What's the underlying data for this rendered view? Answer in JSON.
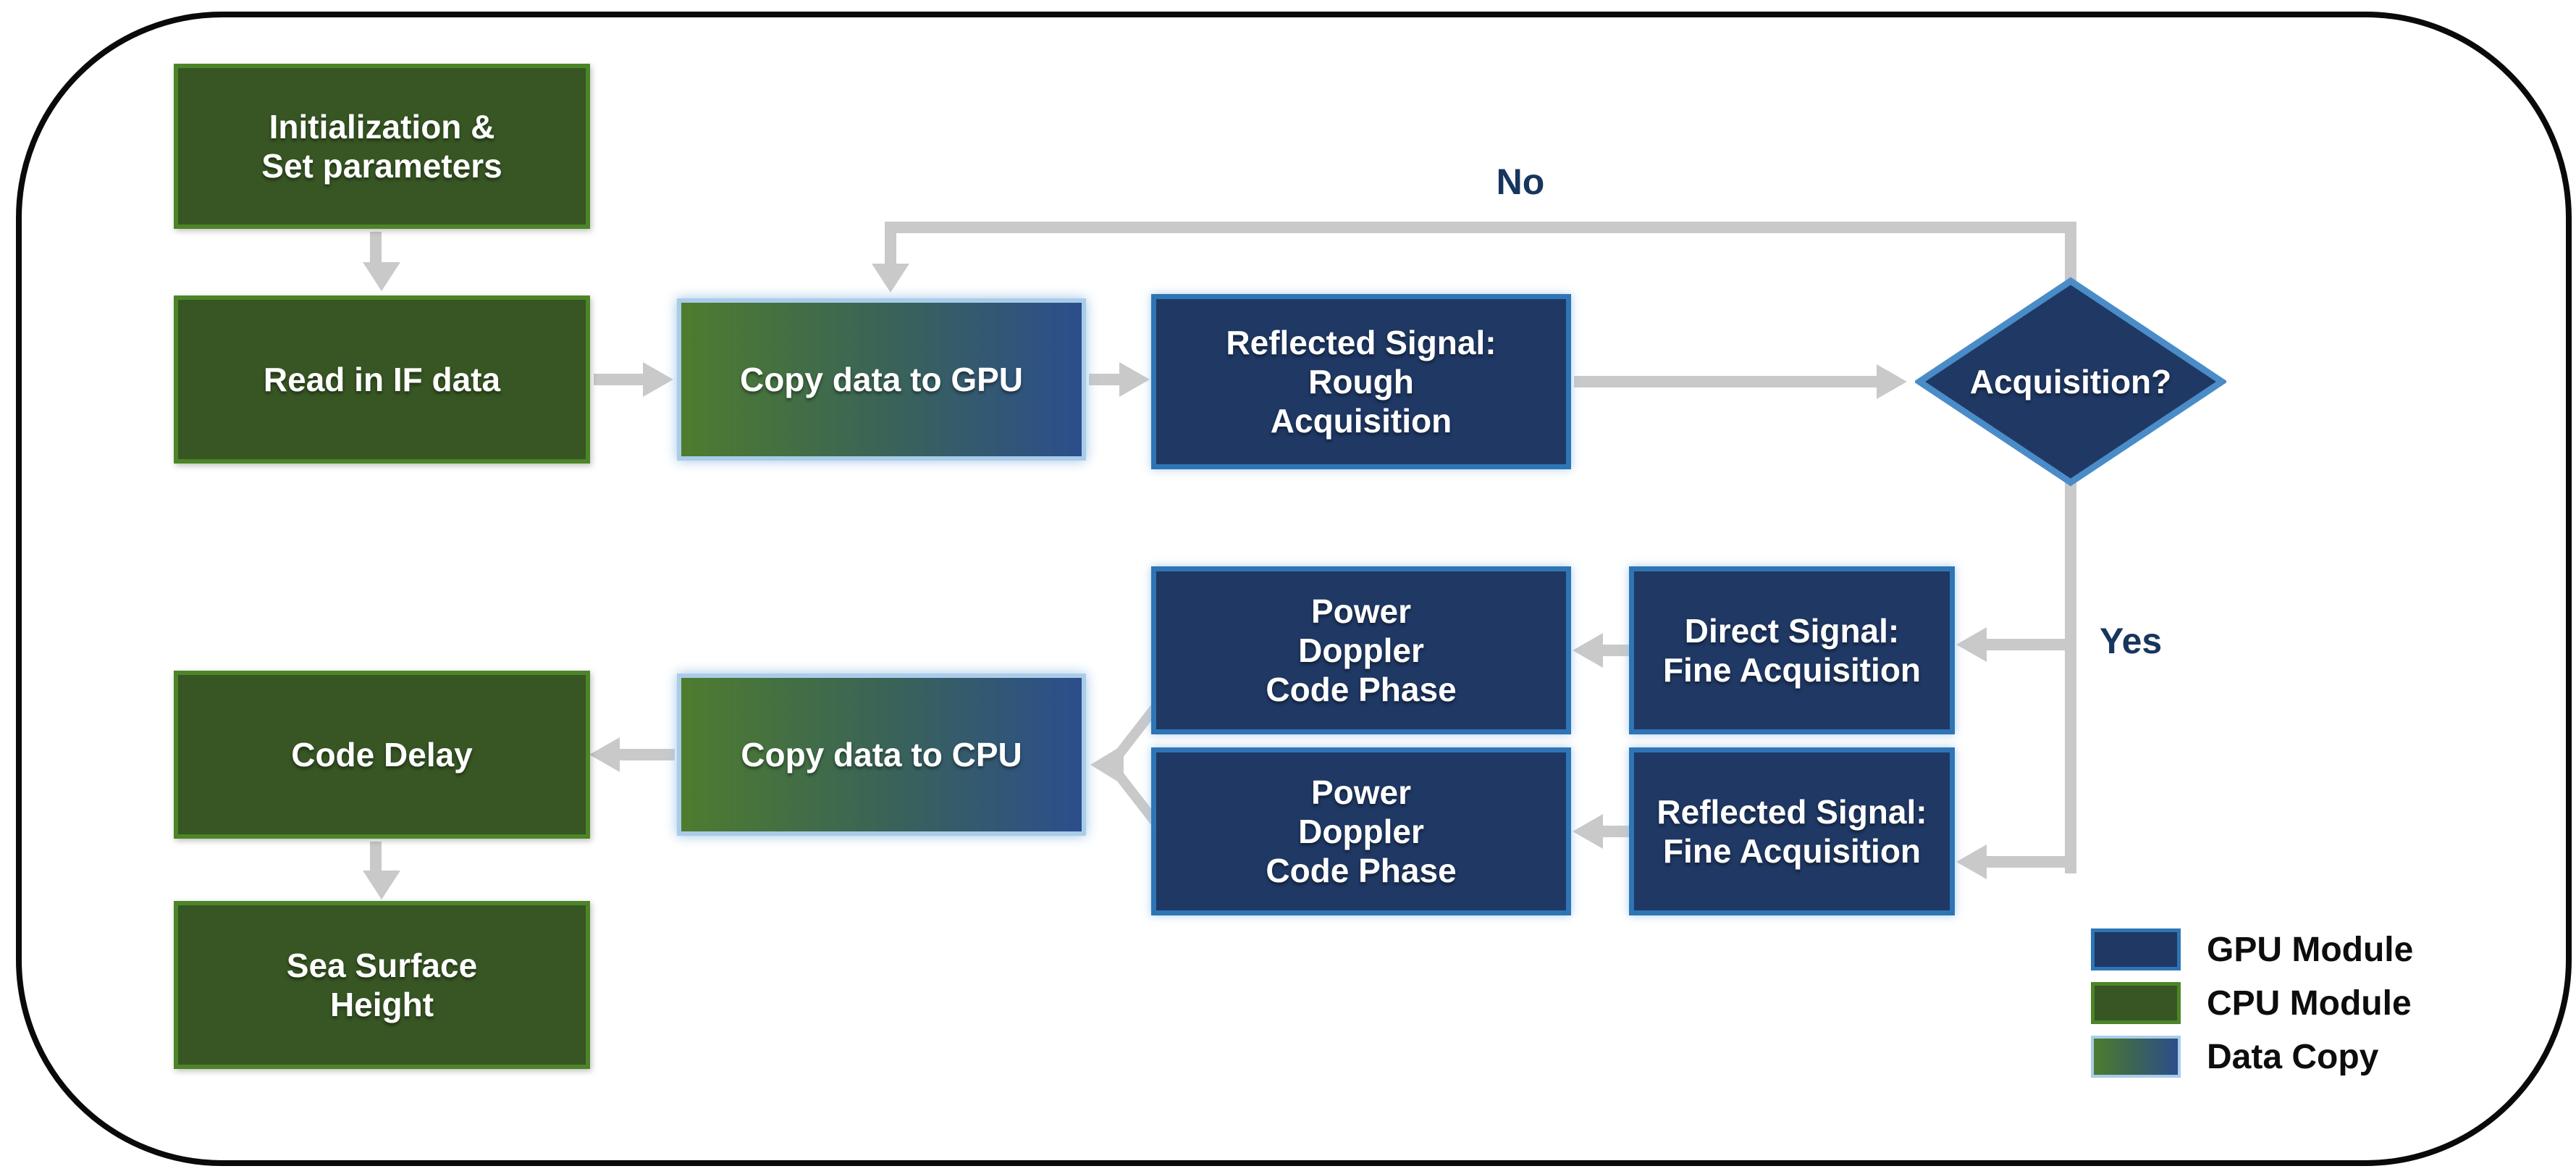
{
  "nodes": {
    "init": {
      "label": "Initialization &\nSet parameters",
      "type": "cpu"
    },
    "read_if": {
      "label": "Read in IF data",
      "type": "cpu"
    },
    "copy_gpu": {
      "label": "Copy data to GPU",
      "type": "copy"
    },
    "rough_acq": {
      "label": "Reflected Signal:\nRough\nAcquisition",
      "type": "gpu"
    },
    "acq_decision": {
      "label": "Acquisition?",
      "type": "gpu"
    },
    "direct_fine": {
      "label": "Direct Signal:\nFine Acquisition",
      "type": "gpu"
    },
    "refl_fine": {
      "label": "Reflected Signal:\nFine Acquisition",
      "type": "gpu"
    },
    "pd1": {
      "label": "Power\nDoppler\nCode Phase",
      "type": "gpu"
    },
    "pd2": {
      "label": "Power\nDoppler\nCode Phase",
      "type": "gpu"
    },
    "copy_cpu": {
      "label": "Copy data to CPU",
      "type": "copy"
    },
    "code_delay": {
      "label": "Code Delay",
      "type": "cpu"
    },
    "ssh": {
      "label": "Sea Surface\nHeight",
      "type": "cpu"
    }
  },
  "edge_labels": {
    "no": "No",
    "yes": "Yes"
  },
  "legend": {
    "items": [
      {
        "label": "GPU Module",
        "swatch": "gpu"
      },
      {
        "label": "CPU Module",
        "swatch": "cpu"
      },
      {
        "label": "Data Copy",
        "swatch": "copy"
      }
    ]
  },
  "colors": {
    "gpu_fill": "#1F3864",
    "gpu_border": "#2E75B5",
    "cpu_fill": "#375623",
    "cpu_border": "#4C8527",
    "copy_gradient_left": "#4E7C2E",
    "copy_gradient_right": "#2B4E8C",
    "copy_border": "#A9CCE9",
    "arrow": "#C9C9C9",
    "edge_label_text": "#17365D",
    "legend_text": "#0D0D0D",
    "frame_border": "#0A0A0A",
    "background": "#FFFFFF"
  }
}
